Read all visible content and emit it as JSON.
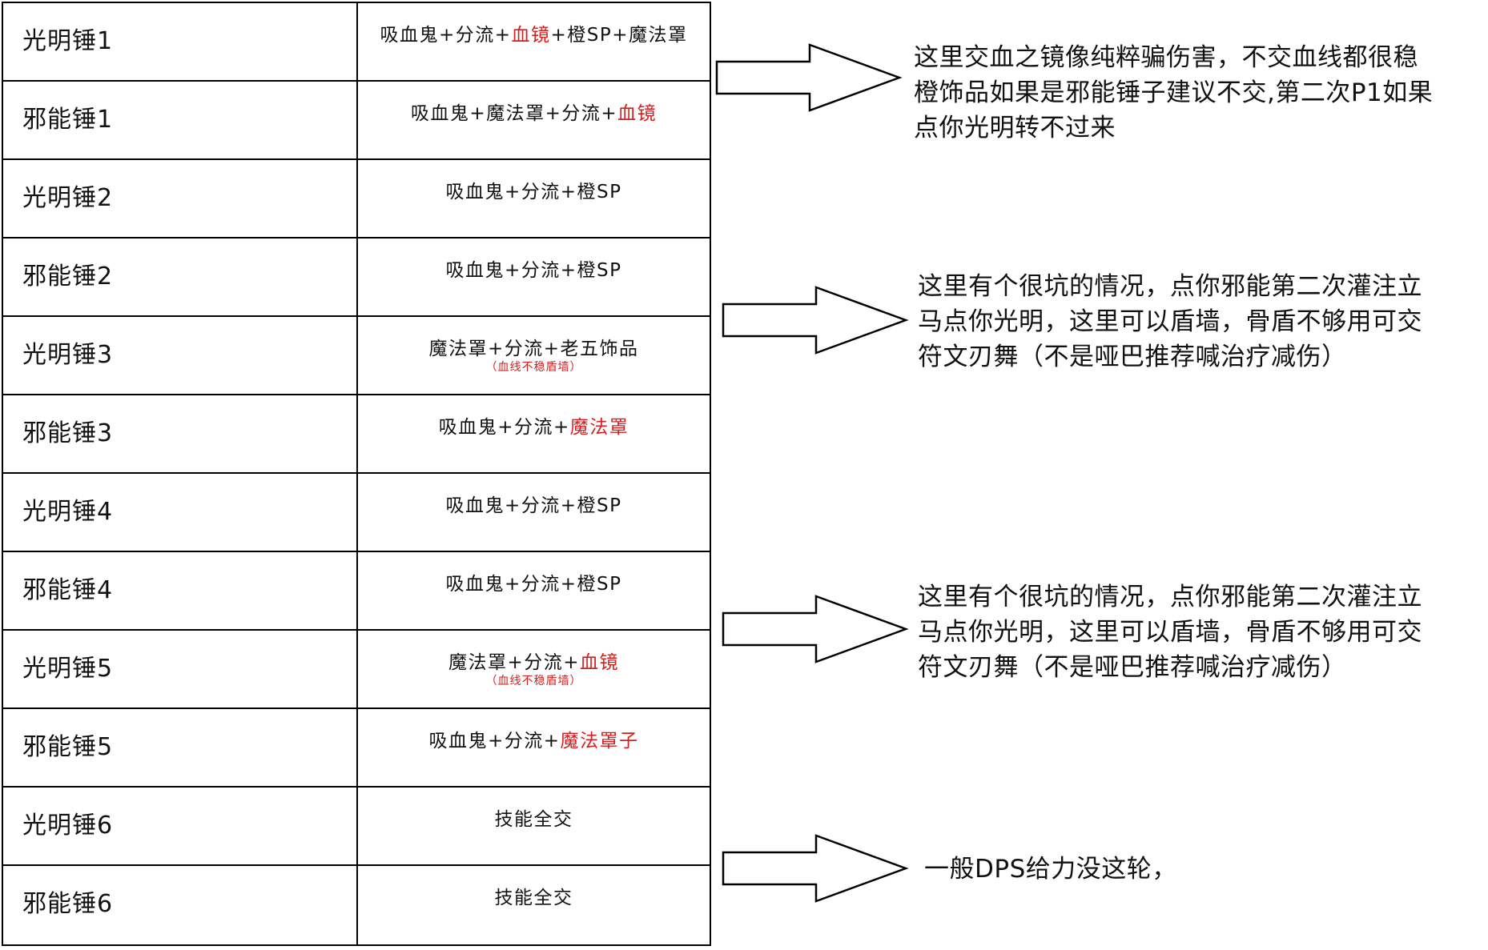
{
  "rows": [
    {
      "label": "光明锤1",
      "parts": [
        {
          "t": "吸血鬼+分流+",
          "red": false
        },
        {
          "t": "血镜",
          "red": true
        },
        {
          "t": "+橙SP+魔法罩",
          "red": false
        }
      ],
      "note": ""
    },
    {
      "label": "邪能锤1",
      "parts": [
        {
          "t": "吸血鬼+魔法罩+分流+",
          "red": false
        },
        {
          "t": "血镜",
          "red": true
        }
      ],
      "note": ""
    },
    {
      "label": "光明锤2",
      "parts": [
        {
          "t": "吸血鬼+分流+橙SP",
          "red": false
        }
      ],
      "note": ""
    },
    {
      "label": "邪能锤2",
      "parts": [
        {
          "t": "吸血鬼+分流+橙SP",
          "red": false
        }
      ],
      "note": ""
    },
    {
      "label": "光明锤3",
      "parts": [
        {
          "t": "魔法罩+分流+老五饰品",
          "red": false
        }
      ],
      "note": "（血线不稳盾墙）"
    },
    {
      "label": "邪能锤3",
      "parts": [
        {
          "t": "吸血鬼+分流+",
          "red": false
        },
        {
          "t": "魔法罩",
          "red": true
        }
      ],
      "note": ""
    },
    {
      "label": "光明锤4",
      "parts": [
        {
          "t": "吸血鬼+分流+橙SP",
          "red": false
        }
      ],
      "note": ""
    },
    {
      "label": "邪能锤4",
      "parts": [
        {
          "t": "吸血鬼+分流+橙SP",
          "red": false
        }
      ],
      "note": ""
    },
    {
      "label": "光明锤5",
      "parts": [
        {
          "t": "魔法罩+分流+",
          "red": false
        },
        {
          "t": "血镜",
          "red": true
        }
      ],
      "note": "（血线不稳盾墙）"
    },
    {
      "label": "邪能锤5",
      "parts": [
        {
          "t": "吸血鬼+分流+",
          "red": false
        },
        {
          "t": "魔法罩子",
          "red": true
        }
      ],
      "note": ""
    },
    {
      "label": "光明锤6",
      "parts": [
        {
          "t": "技能全交",
          "red": false
        }
      ],
      "note": ""
    },
    {
      "label": "邪能锤6",
      "parts": [
        {
          "t": "技能全交",
          "red": false
        }
      ],
      "note": ""
    }
  ],
  "annotations": [
    {
      "text": "这里交血之镜像纯粹骗伤害，不交血线都很稳\n橙饰品如果是邪能锤子建议不交,第二次P1如果\n点你光明转不过来"
    },
    {
      "text": "这里有个很坑的情况，点你邪能第二次灌注立\n马点你光明，这里可以盾墙，骨盾不够用可交\n符文刃舞（不是哑巴推荐喊治疗减伤）"
    },
    {
      "text": "这里有个很坑的情况，点你邪能第二次灌注立\n马点你光明，这里可以盾墙，骨盾不够用可交\n符文刃舞（不是哑巴推荐喊治疗减伤）"
    },
    {
      "text": "一般DPS给力没这轮，"
    }
  ]
}
